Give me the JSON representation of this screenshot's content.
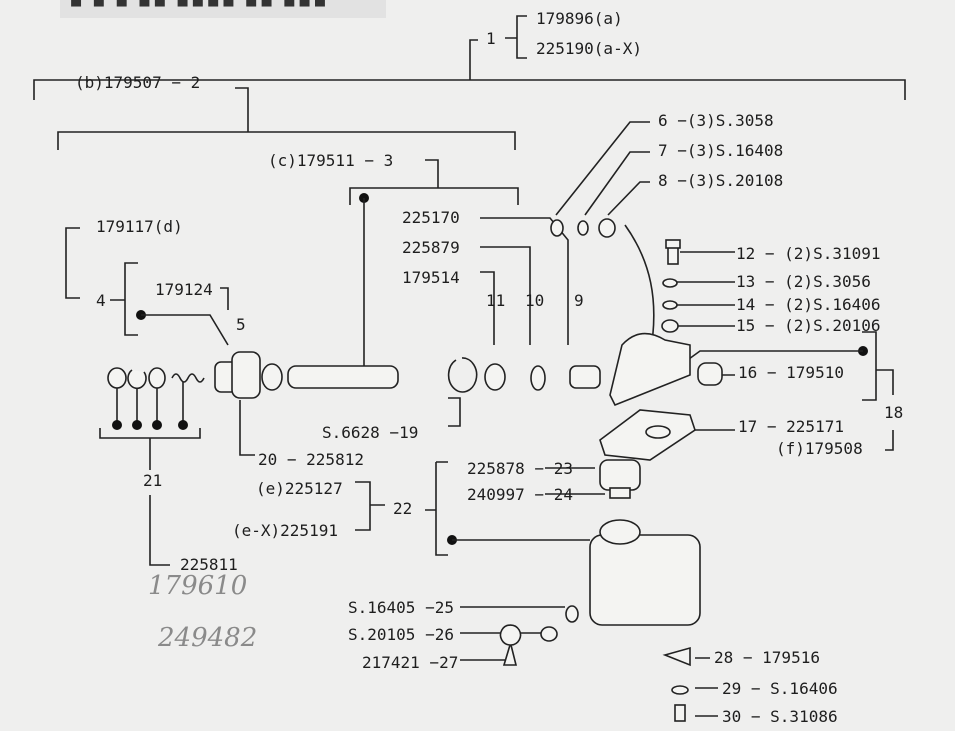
{
  "header": {
    "text": "■ ■ ■ ■■ ■■■■ ■■ ■■■"
  },
  "labels": {
    "a": "179896(a)",
    "ax": "225190(a-X)",
    "n1": "1",
    "b": "(b)179507 − 2",
    "c": "(c)179511 − 3",
    "p6": "6 −(3)S.3058",
    "p7": "7 −(3)S.16408",
    "p8": "8 −(3)S.20108",
    "d": "179117(d)",
    "p225170": "225170",
    "p225879": "225879",
    "p179514": "179514",
    "n11": "11",
    "n10": "10",
    "n9": "9",
    "n4": "4",
    "p179124": "179124",
    "n5": "5",
    "p12": "12 − (2)S.31091",
    "p13": "13 − (2)S.3056",
    "p14": "14 − (2)S.16406",
    "p15": "15 − (2)S.20106",
    "p16": "16 − 179510",
    "n18": "18",
    "p17": "17 − 225171",
    "f": "(f)179508",
    "p19": "S.6628 −19",
    "p20": "20 − 225812",
    "n21": "21",
    "e": "(e)225127",
    "p23": "225878 − 23",
    "p24": "240997 − 24",
    "n22": "22",
    "ex": "(e-X)225191",
    "p225811": "225811",
    "p25": "S.16405 −25",
    "p26": "S.20105 −26",
    "p27": "217421 −27",
    "p28": "28 − 179516",
    "p29": "29 − S.16406",
    "p30": "30 − S.31086"
  },
  "handwritten": [
    "179610",
    "249482"
  ]
}
